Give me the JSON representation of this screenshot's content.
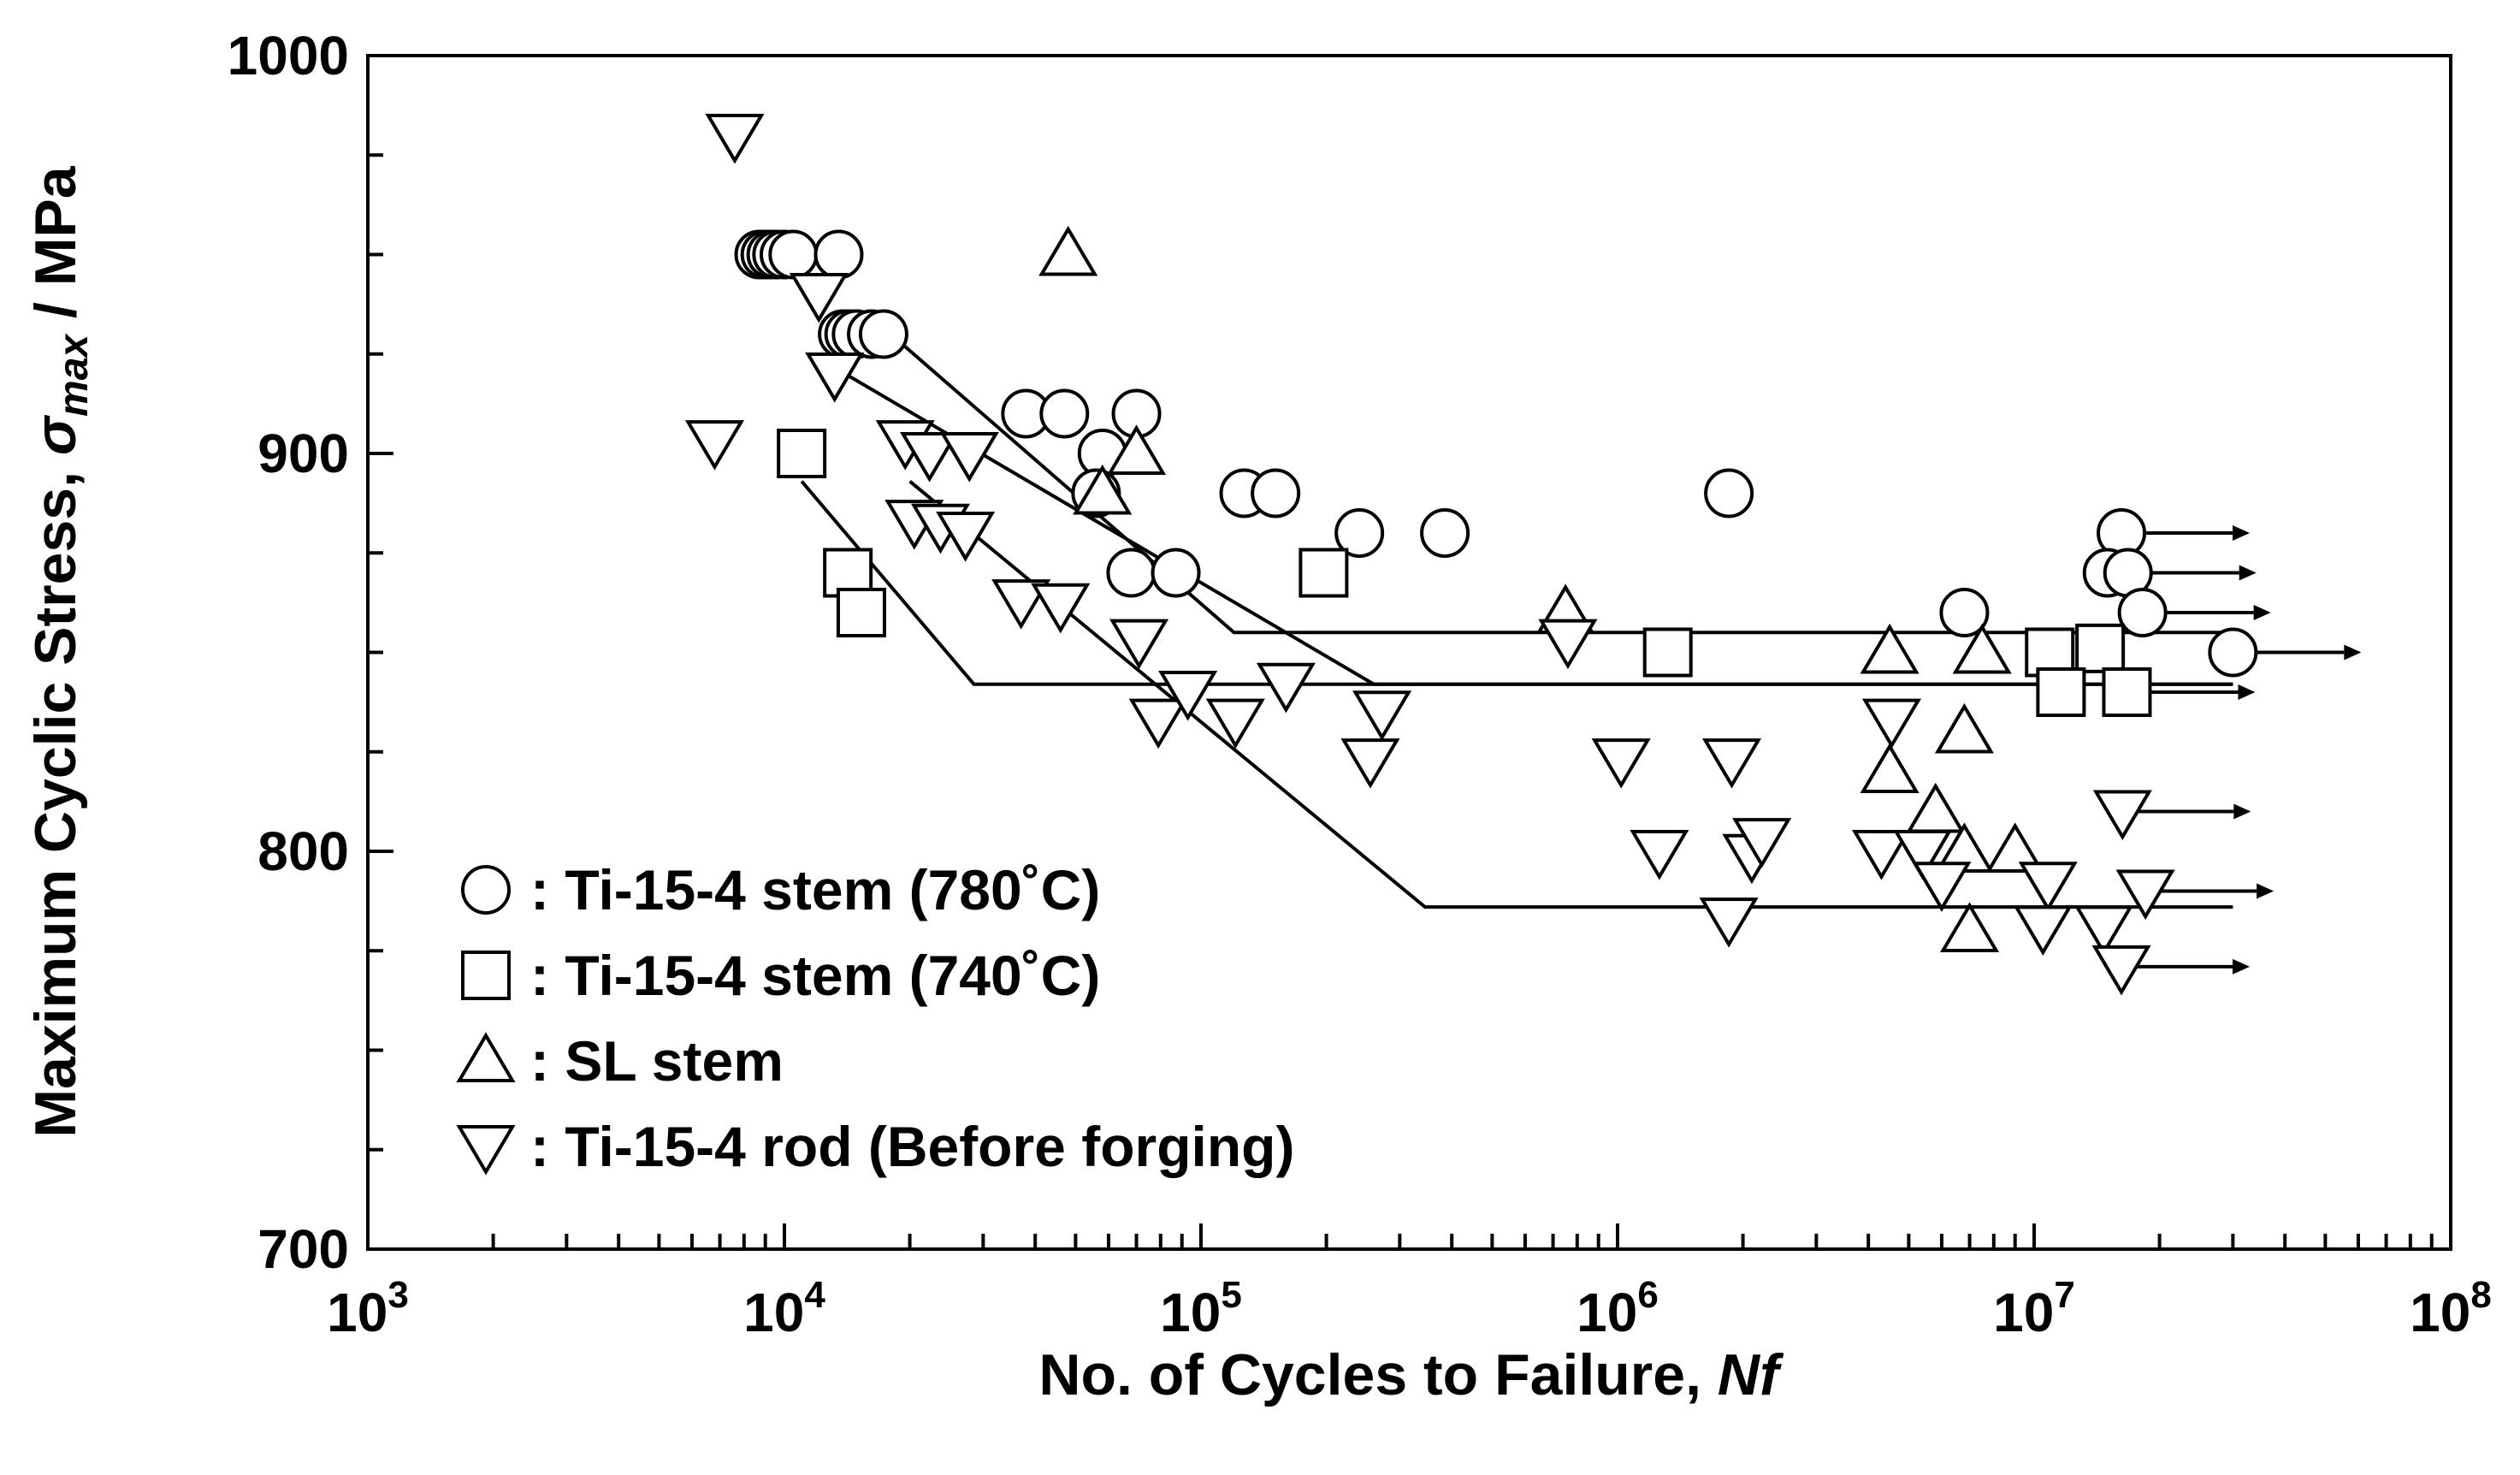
{
  "chart_data": {
    "type": "scatter",
    "x_scale": "log",
    "xlim": [
      1000,
      100000000
    ],
    "ylim": [
      700,
      1000
    ],
    "x_ticks": [
      {
        "value": 1000,
        "base": "10",
        "exp": "3"
      },
      {
        "value": 10000,
        "base": "10",
        "exp": "4"
      },
      {
        "value": 100000,
        "base": "10",
        "exp": "5"
      },
      {
        "value": 1000000,
        "base": "10",
        "exp": "6"
      },
      {
        "value": 10000000,
        "base": "10",
        "exp": "7"
      },
      {
        "value": 100000000,
        "base": "10",
        "exp": "8"
      }
    ],
    "y_ticks": [
      700,
      800,
      900,
      1000
    ],
    "xlabel": {
      "text": "No. of Cycles to Failure, ",
      "italic": "Nf"
    },
    "ylabel": {
      "text": "Maximum Cyclic Stress, ",
      "symbol": "σ",
      "sub": "max",
      "suffix": " / MPa"
    },
    "grid": false,
    "legend_position": "bottom-left",
    "series": [
      {
        "name": "Ti-15-4 stem (780˚C)",
        "marker": "circle",
        "points": [
          [
            8700,
            950
          ],
          [
            9000,
            950
          ],
          [
            9300,
            950
          ],
          [
            9600,
            950
          ],
          [
            10000,
            950
          ],
          [
            10500,
            950
          ],
          [
            13500,
            950
          ],
          [
            13800,
            930
          ],
          [
            14300,
            930
          ],
          [
            14900,
            930
          ],
          [
            16200,
            930
          ],
          [
            17300,
            930
          ],
          [
            38000,
            910
          ],
          [
            47000,
            910
          ],
          [
            70000,
            910
          ],
          [
            58000,
            900
          ],
          [
            56000,
            890
          ],
          [
            68000,
            870
          ],
          [
            87000,
            870
          ],
          [
            127000,
            890
          ],
          [
            151000,
            890
          ],
          [
            240000,
            880
          ],
          [
            385000,
            880
          ],
          [
            1850000,
            890
          ],
          [
            6800000,
            860
          ],
          [
            16200000,
            880
          ],
          [
            15000000,
            870
          ],
          [
            16800000,
            870
          ],
          [
            18200000,
            860
          ],
          [
            30000000,
            850
          ]
        ],
        "runouts": [
          [
            16200000,
            880
          ],
          [
            16800000,
            870
          ],
          [
            18200000,
            860
          ],
          [
            30000000,
            850
          ]
        ]
      },
      {
        "name": "Ti-15-4 stem (740˚C)",
        "marker": "square",
        "points": [
          [
            11000,
            900
          ],
          [
            14200,
            870
          ],
          [
            15300,
            860
          ],
          [
            197000,
            870
          ],
          [
            1320000,
            850
          ],
          [
            10900000,
            850
          ],
          [
            14400000,
            851
          ],
          [
            11600000,
            840
          ],
          [
            16700000,
            840
          ]
        ],
        "runouts": [
          [
            16700000,
            840
          ]
        ]
      },
      {
        "name": "SL stem",
        "marker": "triangle-up",
        "points": [
          [
            48000,
            950
          ],
          [
            70000,
            900
          ],
          [
            58000,
            890
          ],
          [
            750000,
            860
          ],
          [
            4500000,
            850
          ],
          [
            7500000,
            850
          ],
          [
            6800000,
            830
          ],
          [
            4500000,
            820
          ],
          [
            5800000,
            810
          ],
          [
            6800000,
            800
          ],
          [
            9000000,
            800
          ],
          [
            7000000,
            780
          ]
        ],
        "runouts": []
      },
      {
        "name": "Ti-15-4 rod (Before forging)",
        "marker": "triangle-down",
        "points": [
          [
            7600,
            980
          ],
          [
            12100,
            940
          ],
          [
            13200,
            920
          ],
          [
            6800,
            903
          ],
          [
            19500,
            903
          ],
          [
            22300,
            900
          ],
          [
            27800,
            900
          ],
          [
            20500,
            883
          ],
          [
            23700,
            882
          ],
          [
            27200,
            880
          ],
          [
            37000,
            863
          ],
          [
            46000,
            862
          ],
          [
            71000,
            853
          ],
          [
            79000,
            833
          ],
          [
            93000,
            840
          ],
          [
            121000,
            833
          ],
          [
            160000,
            842
          ],
          [
            255000,
            823
          ],
          [
            272000,
            835
          ],
          [
            760000,
            853
          ],
          [
            1020000,
            823
          ],
          [
            1880000,
            823
          ],
          [
            1260000,
            800
          ],
          [
            2100000,
            799
          ],
          [
            2220000,
            803
          ],
          [
            1850000,
            783
          ],
          [
            4300000,
            800
          ],
          [
            4550000,
            833
          ],
          [
            5400000,
            800
          ],
          [
            6000000,
            792
          ],
          [
            10800000,
            792
          ],
          [
            10500000,
            781
          ],
          [
            14700000,
            781
          ],
          [
            16300000,
            810
          ],
          [
            18500000,
            790
          ],
          [
            16200000,
            771
          ]
        ],
        "runouts": [
          [
            16300000,
            810
          ],
          [
            18500000,
            790
          ],
          [
            16200000,
            771
          ]
        ]
      }
    ],
    "fit_lines": [
      [
        [
          18000,
          930
        ],
        [
          120000,
          855
        ],
        [
          30000000,
          855
        ]
      ],
      [
        [
          14000,
          920
        ],
        [
          260000,
          842
        ],
        [
          30000000,
          842
        ]
      ],
      [
        [
          11000,
          893
        ],
        [
          28500,
          842
        ],
        [
          30000000,
          842
        ]
      ],
      [
        [
          20000,
          893
        ],
        [
          345000,
          786
        ],
        [
          30000000,
          786
        ]
      ]
    ]
  }
}
